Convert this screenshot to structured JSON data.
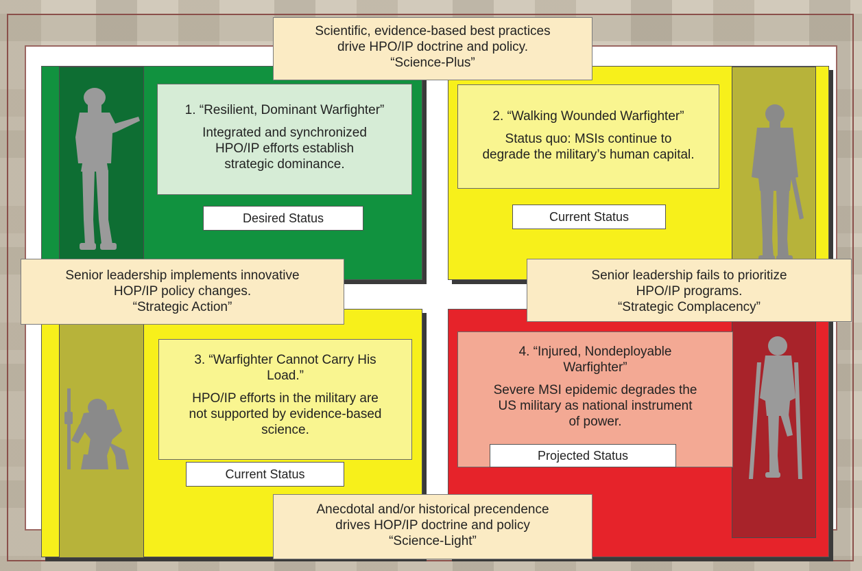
{
  "callouts": {
    "top": [
      "Scientific, evidence-based best practices",
      "drive HPO/IP doctrine and policy.",
      "“Science-Plus”"
    ],
    "left": [
      "Senior leadership implements innovative",
      "HOP/IP policy changes.",
      "“Strategic Action”"
    ],
    "right": [
      "Senior leadership fails to prioritize",
      "HPO/IP programs.",
      "“Strategic Complacency”"
    ],
    "bottom": [
      "Anecdotal and/or historical precendence",
      "drives HOP/IP doctrine and policy",
      "“Science-Light”"
    ]
  },
  "scenarios": [
    {
      "title": [
        "1. “Resilient, Dominant Warfighter”"
      ],
      "body": [
        "Integrated and synchronized",
        "HPO/IP efforts establish",
        "strategic dominance."
      ],
      "status": "Desired Status",
      "figure": "soldier-with-rifle-icon"
    },
    {
      "title": [
        "2. “Walking Wounded Warfighter”"
      ],
      "body": [
        "Status quo: MSIs continue to",
        "degrade the military’s human capital."
      ],
      "status": "Current Status",
      "figure": "standing-soldier-icon"
    },
    {
      "title": [
        "3. “Warfighter Cannot Carry His",
        "Load.”"
      ],
      "body": [
        "HPO/IP efforts in the military are",
        "not supported by evidence-based",
        "science."
      ],
      "status": "Current Status",
      "figure": "kneeling-soldier-icon"
    },
    {
      "title": [
        "4. “Injured, Nondeployable",
        "Warfighter”"
      ],
      "body": [
        "Severe MSI epidemic degrades the",
        "US military as national instrument",
        "of power."
      ],
      "status": "Projected Status",
      "figure": "soldier-on-crutches-icon"
    }
  ],
  "colors": {
    "desired_quadrant": "#11923f",
    "current_quadrant": "#f7f01b",
    "projected_quadrant": "#e6232a",
    "callout_fill": "#fbebc4",
    "silhouette": "#8a8a8a"
  }
}
